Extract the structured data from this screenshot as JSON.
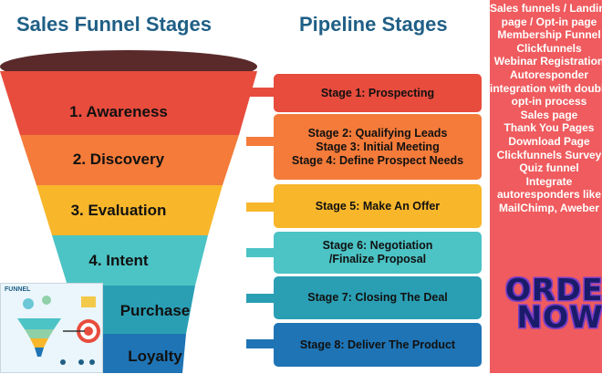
{
  "titles": {
    "left": "Sales Funnel Stages",
    "right": "Pipeline Stages"
  },
  "funnel": [
    {
      "label": "1. Awareness",
      "color": "#e84c3d"
    },
    {
      "label": "2. Discovery",
      "color": "#f47b3a"
    },
    {
      "label": "3. Evaluation",
      "color": "#f8b62b"
    },
    {
      "label": "4. Intent",
      "color": "#4cc3c5"
    },
    {
      "label": "Purchase",
      "color": "#2a9fb4"
    },
    {
      "label": "Loyalty",
      "color": "#1f74b5"
    }
  ],
  "pipeline": [
    {
      "text": "Stage 1: Prospecting",
      "color": "#e84c3d"
    },
    {
      "text": "Stage 2: Qualifying Leads\nStage 3: Initial Meeting\nStage 4: Define Prospect Needs",
      "color": "#f47b3a"
    },
    {
      "text": "Stage 5: Make An Offer",
      "color": "#f8b62b"
    },
    {
      "text": "Stage 6: Negotiation /Finalize Proposal",
      "color": "#4cc3c5"
    },
    {
      "text": "Stage 7: Closing The Deal",
      "color": "#2a9fb4"
    },
    {
      "text": "Stage 8: Deliver The Product",
      "color": "#1f74b5"
    }
  ],
  "ad": {
    "lines": [
      "Sales funnels / Landing",
      "page / Opt-in page",
      "Membership Funnel",
      "Clickfunnels",
      "Webinar Registration",
      "Autoresponder",
      "integration with double",
      "opt-in process",
      "Sales page",
      "Thank You Pages",
      "Download Page",
      "Clickfunnels Survey",
      "Quiz funnel",
      "Integrate",
      "autoresponders like",
      "MailChimp, Aweber"
    ],
    "cta_line1": "ORDER",
    "cta_line2": "NOW",
    "color": "#ef5b5e"
  },
  "thumbnail": {
    "caption": "FUNNEL"
  }
}
